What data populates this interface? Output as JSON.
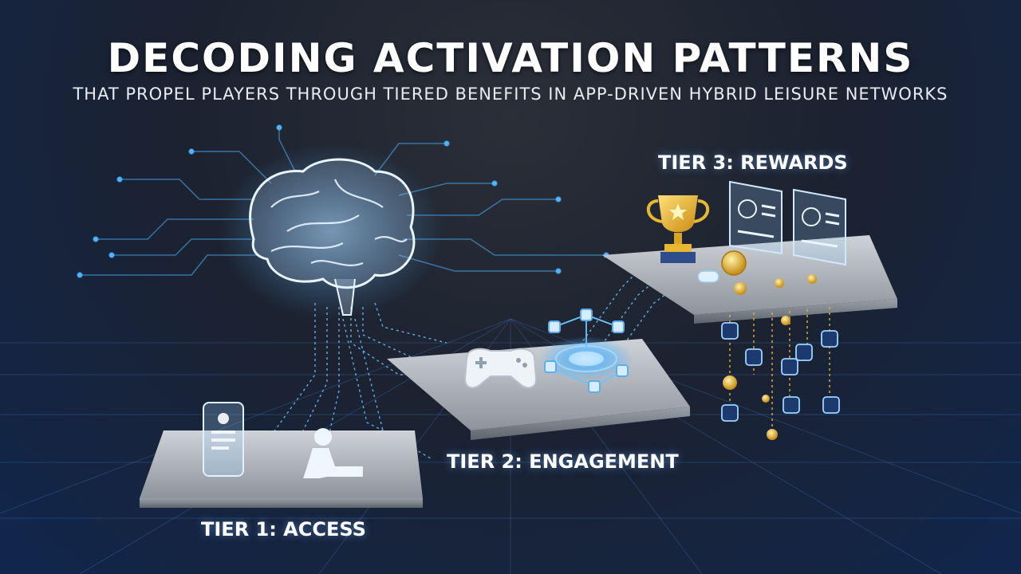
{
  "header": {
    "title": "DECODING ACTIVATION PATTERNS",
    "subtitle": "THAT PROPEL PLAYERS THROUGH TIERED BENEFITS IN APP-DRIVEN HYBRID LEISURE NETWORKS"
  },
  "tiers": [
    {
      "label": "TIER 1: ACCESS"
    },
    {
      "label": "TIER 2: ENGAGEMENT"
    },
    {
      "label": "TIER 3: REWARDS"
    }
  ],
  "icons": {
    "brain": "brain-icon",
    "phone": "smartphone-icon",
    "person": "seated-person-icon",
    "gamepad": "gamepad-icon",
    "hub": "network-hub-icon",
    "trophy": "trophy-icon",
    "profile_card": "profile-card-icon",
    "coin": "coin-icon",
    "user_badge": "user-badge-icon"
  },
  "colors": {
    "accent_blue": "#4fb4ff",
    "coin_gold": "#e8b830",
    "background_dark": "#1c2230",
    "background_blue": "#10264d"
  }
}
